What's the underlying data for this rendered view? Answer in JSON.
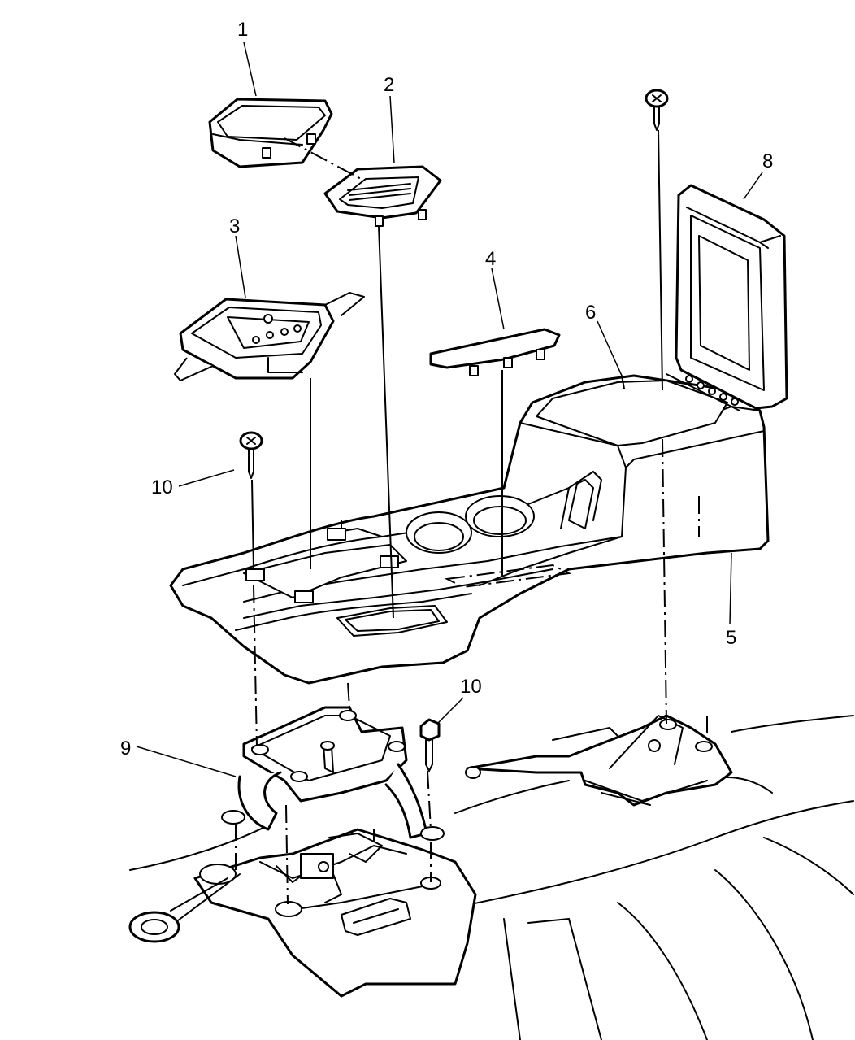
{
  "callouts": {
    "c1": "1",
    "c2": "2",
    "c3": "3",
    "c4": "4",
    "c5": "5",
    "c6": "6",
    "c8": "8",
    "c9": "9",
    "c10a": "10",
    "c10b": "10"
  }
}
